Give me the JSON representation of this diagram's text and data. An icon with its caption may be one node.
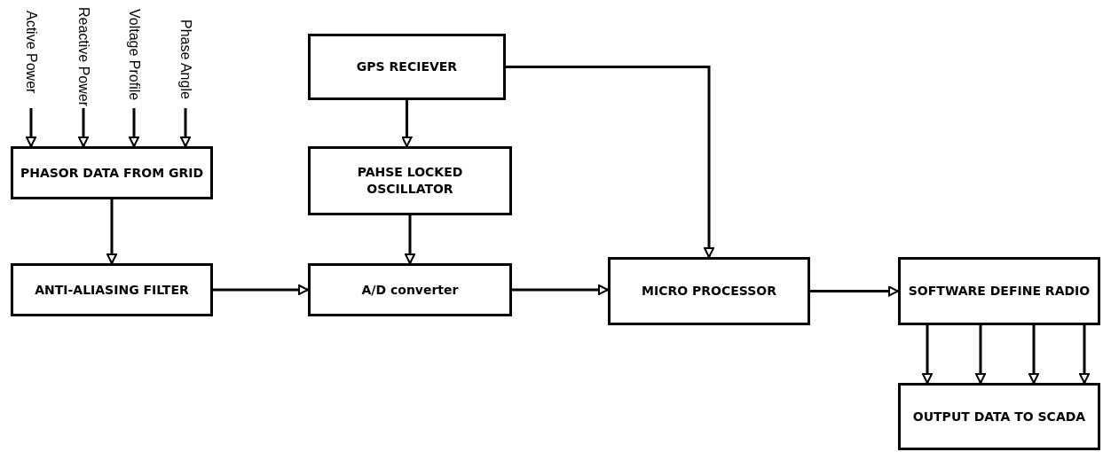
{
  "diagram": {
    "nodes": [
      {
        "text": [
          "Active Power"
        ]
      },
      {
        "text": [
          "Reactive Power"
        ]
      },
      {
        "text": [
          "Voltage Profile"
        ]
      },
      {
        "text": [
          "Phase Angle"
        ]
      },
      {
        "text": [
          "PHASOR DATA FROM GRID"
        ]
      },
      {
        "text": [
          "ANTI-ALIASING FILTER"
        ]
      },
      {
        "text": [
          "GPS RECIEVER"
        ]
      },
      {
        "text": [
          "PAHSE LOCKED OSCILLATOR"
        ]
      },
      {
        "text": [
          "A/D converter"
        ]
      },
      {
        "text": [
          "MICRO PROCESSOR"
        ]
      },
      {
        "text": [
          "SOFTWARE DEFINE RADIO"
        ]
      },
      {
        "text": [
          "OUTPUT DATA TO SCADA"
        ]
      }
    ],
    "edges": [
      {
        "from": 0,
        "to": 4,
        "arrow": "to"
      },
      {
        "from": 1,
        "to": 4,
        "arrow": "to"
      },
      {
        "from": 2,
        "to": 4,
        "arrow": "to"
      },
      {
        "from": 3,
        "to": 4,
        "arrow": "to"
      },
      {
        "from": 4,
        "to": 5,
        "arrow": "to"
      },
      {
        "from": 6,
        "to": 7,
        "arrow": "to"
      },
      {
        "from": 7,
        "to": 8,
        "arrow": "to"
      },
      {
        "from": 5,
        "to": 8,
        "arrow": "to"
      },
      {
        "from": 8,
        "to": 9,
        "arrow": "to"
      },
      {
        "from": 6,
        "to": 9,
        "arrow": "to"
      },
      {
        "from": 9,
        "to": 10,
        "arrow": "to"
      },
      {
        "from": 10,
        "to": 11,
        "arrow": "to"
      },
      {
        "from": 10,
        "to": 11,
        "arrow": "to"
      },
      {
        "from": 10,
        "to": 11,
        "arrow": "to"
      },
      {
        "from": 10,
        "to": 11,
        "arrow": "to"
      }
    ]
  }
}
